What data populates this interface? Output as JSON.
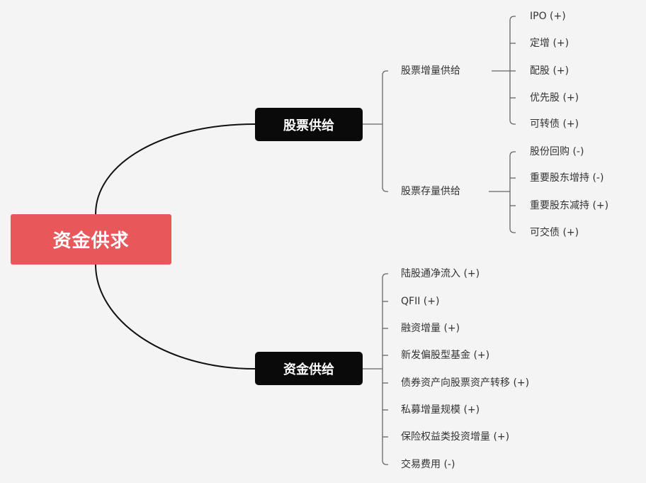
{
  "root": {
    "label": "资金供求"
  },
  "branches": [
    {
      "label": "股票供给",
      "children": [
        {
          "label": "股票增量供给",
          "children": [
            "IPO (+)",
            "定增 (+)",
            "配股 (+)",
            "优先股 (+)",
            "可转债 (+)"
          ]
        },
        {
          "label": "股票存量供给",
          "children": [
            "股份回购 (-)",
            "重要股东增持 (-)",
            "重要股东减持 (+)",
            "可交债 (+)"
          ]
        }
      ]
    },
    {
      "label": "资金供给",
      "children": [
        "陆股通净流入 (+)",
        "QFII (+)",
        "融资增量 (+)",
        "新发偏股型基金 (+)",
        "债券资产向股票资产转移 (+)",
        "私募增量规模 (+)",
        "保险权益类投资增量 (+)",
        "交易费用 (-)"
      ]
    }
  ],
  "colors": {
    "root": "#e8585a",
    "main": "#0a0a0a",
    "line": "#555555",
    "background": "#f4f4f4"
  }
}
